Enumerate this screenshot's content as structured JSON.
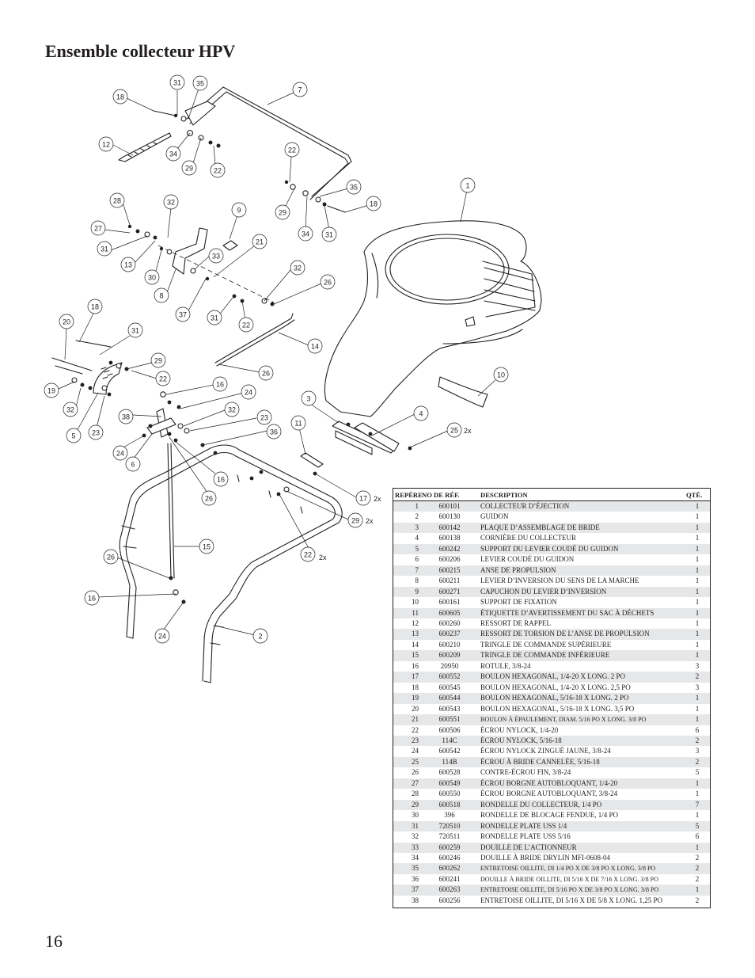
{
  "page": {
    "title": "Ensemble collecteur HPV",
    "page_number": "16"
  },
  "callouts": [
    {
      "label": "31"
    },
    {
      "label": "35"
    },
    {
      "label": "7"
    },
    {
      "label": "18"
    },
    {
      "label": "12"
    },
    {
      "label": "34"
    },
    {
      "label": "29"
    },
    {
      "label": "22"
    },
    {
      "label": "22"
    },
    {
      "label": "35"
    },
    {
      "label": "29"
    },
    {
      "label": "34"
    },
    {
      "label": "31"
    },
    {
      "label": "18"
    },
    {
      "label": "1"
    },
    {
      "label": "28"
    },
    {
      "label": "32"
    },
    {
      "label": "9"
    },
    {
      "label": "27"
    },
    {
      "label": "31"
    },
    {
      "label": "13"
    },
    {
      "label": "30"
    },
    {
      "label": "8"
    },
    {
      "label": "33"
    },
    {
      "label": "21"
    },
    {
      "label": "32"
    },
    {
      "label": "26"
    },
    {
      "label": "37"
    },
    {
      "label": "31"
    },
    {
      "label": "22"
    },
    {
      "label": "14"
    },
    {
      "label": "18"
    },
    {
      "label": "20"
    },
    {
      "label": "31"
    },
    {
      "label": "29"
    },
    {
      "label": "22"
    },
    {
      "label": "19"
    },
    {
      "label": "26"
    },
    {
      "label": "16"
    },
    {
      "label": "24"
    },
    {
      "label": "32"
    },
    {
      "label": "38"
    },
    {
      "label": "32"
    },
    {
      "label": "23"
    },
    {
      "label": "5"
    },
    {
      "label": "23"
    },
    {
      "label": "36"
    },
    {
      "label": "24"
    },
    {
      "label": "6"
    },
    {
      "label": "16"
    },
    {
      "label": "26"
    },
    {
      "label": "11"
    },
    {
      "label": "3"
    },
    {
      "label": "4"
    },
    {
      "label": "25"
    },
    {
      "label": "10"
    },
    {
      "label": "17"
    },
    {
      "label": "29"
    },
    {
      "label": "22"
    },
    {
      "label": "15"
    },
    {
      "label": "26"
    },
    {
      "label": "16"
    },
    {
      "label": "24"
    },
    {
      "label": "2"
    }
  ],
  "qty_marks": {
    "q25": "2x",
    "q17": "2x",
    "q29": "2x",
    "q22": "2x"
  },
  "table": {
    "headers": {
      "rep": "REPÈRE",
      "ref": "NO DE RÉF.",
      "desc": "DESCRIPTION",
      "qty": "QTÉ."
    },
    "rows": [
      {
        "rep": "1",
        "ref": "600101",
        "desc": "COLLECTEUR D’ÉJECTION",
        "qty": "1"
      },
      {
        "rep": "2",
        "ref": "600130",
        "desc": "GUIDON",
        "qty": "1"
      },
      {
        "rep": "3",
        "ref": "600142",
        "desc": "PLAQUE D’ASSEMBLAGE DE BRIDE",
        "qty": "1"
      },
      {
        "rep": "4",
        "ref": "600138",
        "desc": "CORNIÈRE DU COLLECTEUR",
        "qty": "1"
      },
      {
        "rep": "5",
        "ref": "600242",
        "desc": "SUPPORT DU LEVIER COUDÉ DU GUIDON",
        "qty": "1"
      },
      {
        "rep": "6",
        "ref": "600206",
        "desc": "LEVIER COUDÉ DU GUIDON",
        "qty": "1"
      },
      {
        "rep": "7",
        "ref": "600215",
        "desc": "ANSE DE PROPULSION",
        "qty": "1"
      },
      {
        "rep": "8",
        "ref": "600211",
        "desc": "LEVIER D’INVERSION DU SENS DE LA MARCHE",
        "qty": "1"
      },
      {
        "rep": "9",
        "ref": "600271",
        "desc": "CAPUCHON DU LEVIER D’INVERSION",
        "qty": "1"
      },
      {
        "rep": "10",
        "ref": "600161",
        "desc": "SUPPORT DE FIXATION",
        "qty": "1"
      },
      {
        "rep": "11",
        "ref": "600605",
        "desc": "ÉTIQUETTE D’AVERTISSEMENT DU SAC À DÉCHETS",
        "qty": "1"
      },
      {
        "rep": "12",
        "ref": "600260",
        "desc": "RESSORT DE RAPPEL",
        "qty": "1"
      },
      {
        "rep": "13",
        "ref": "600237",
        "desc": "RESSORT DE TORSION DE L’ANSE DE PROPULSION",
        "qty": "1"
      },
      {
        "rep": "14",
        "ref": "600210",
        "desc": "TRINGLE DE COMMANDE SUPÉRIEURE",
        "qty": "1"
      },
      {
        "rep": "15",
        "ref": "600209",
        "desc": "TRINGLE DE COMMANDE INFÉRIEURE",
        "qty": "1"
      },
      {
        "rep": "16",
        "ref": "20950",
        "desc": "ROTULE, 3/8-24",
        "qty": "3"
      },
      {
        "rep": "17",
        "ref": "600552",
        "desc": "BOULON HEXAGONAL, 1/4-20 X LONG. 2 PO",
        "qty": "2"
      },
      {
        "rep": "18",
        "ref": "600545",
        "desc": "BOULON HEXAGONAL, 1/4-20 X LONG. 2,5 PO",
        "qty": "3"
      },
      {
        "rep": "19",
        "ref": "600544",
        "desc": "BOULON HEXAGONAL, 5/16-18 X LONG. 2 PO",
        "qty": "1"
      },
      {
        "rep": "20",
        "ref": "600543",
        "desc": "BOULON HEXAGONAL, 5/16-18 X LONG. 3,5 PO",
        "qty": "1"
      },
      {
        "rep": "21",
        "ref": "600551",
        "desc": "BOULON À ÉPAULEMENT, DIAM. 5/16 PO X LONG. 3/8 PO",
        "qty": "1"
      },
      {
        "rep": "22",
        "ref": "600506",
        "desc": "ÉCROU NYLOCK, 1/4-20",
        "qty": "6"
      },
      {
        "rep": "23",
        "ref": "114C",
        "desc": "ÉCROU NYLOCK, 5/16-18",
        "qty": "2"
      },
      {
        "rep": "24",
        "ref": "600542",
        "desc": "ÉCROU NYLOCK ZINGUÉ JAUNE, 3/8-24",
        "qty": "3"
      },
      {
        "rep": "25",
        "ref": "114B",
        "desc": "ÉCROU À BRIDE CANNELÉE, 5/16-18",
        "qty": "2"
      },
      {
        "rep": "26",
        "ref": "600528",
        "desc": "CONTRE-ÉCROU FIN, 3/8-24",
        "qty": "5"
      },
      {
        "rep": "27",
        "ref": "600549",
        "desc": "ÉCROU BORGNE AUTOBLOQUANT, 1/4-20",
        "qty": "1"
      },
      {
        "rep": "28",
        "ref": "600550",
        "desc": "ÉCROU BORGNE AUTOBLOQUANT, 3/8-24",
        "qty": "1"
      },
      {
        "rep": "29",
        "ref": "600518",
        "desc": "RONDELLE DU COLLECTEUR, 1/4 PO",
        "qty": "7"
      },
      {
        "rep": "30",
        "ref": "396",
        "desc": "RONDELLE DE BLOCAGE FENDUE, 1/4 PO",
        "qty": "1"
      },
      {
        "rep": "31",
        "ref": "720510",
        "desc": "RONDELLE PLATE USS 1/4",
        "qty": "5"
      },
      {
        "rep": "32",
        "ref": "720511",
        "desc": "RONDELLE PLATE USS 5/16",
        "qty": "6"
      },
      {
        "rep": "33",
        "ref": "600259",
        "desc": "DOUILLE DE L’ACTIONNEUR",
        "qty": "1"
      },
      {
        "rep": "34",
        "ref": "600246",
        "desc": "DOUILLE À BRIDE DRYLIN MFI-0608-04",
        "qty": "2"
      },
      {
        "rep": "35",
        "ref": "600262",
        "desc": "ENTRETOISE OILLITE, DI 1/4 PO X DE 3/8 PO X LONG. 3/8 PO",
        "qty": "2"
      },
      {
        "rep": "36",
        "ref": "600241",
        "desc": "DOUILLE À BRIDE OILLITE, DI 5/16 X DE 7/16 X LONG. 3/8 PO",
        "qty": "2"
      },
      {
        "rep": "37",
        "ref": "600263",
        "desc": "ENTRETOISE OILLITE, DI 5/16 PO X DE 3/8 PO X LONG. 3/8 PO",
        "qty": "1"
      },
      {
        "rep": "38",
        "ref": "600256",
        "desc": "ENTRETOISE OILLITE, DI 5/16 X DE 5/8 X LONG. 1,25 PO",
        "qty": "2"
      }
    ]
  }
}
